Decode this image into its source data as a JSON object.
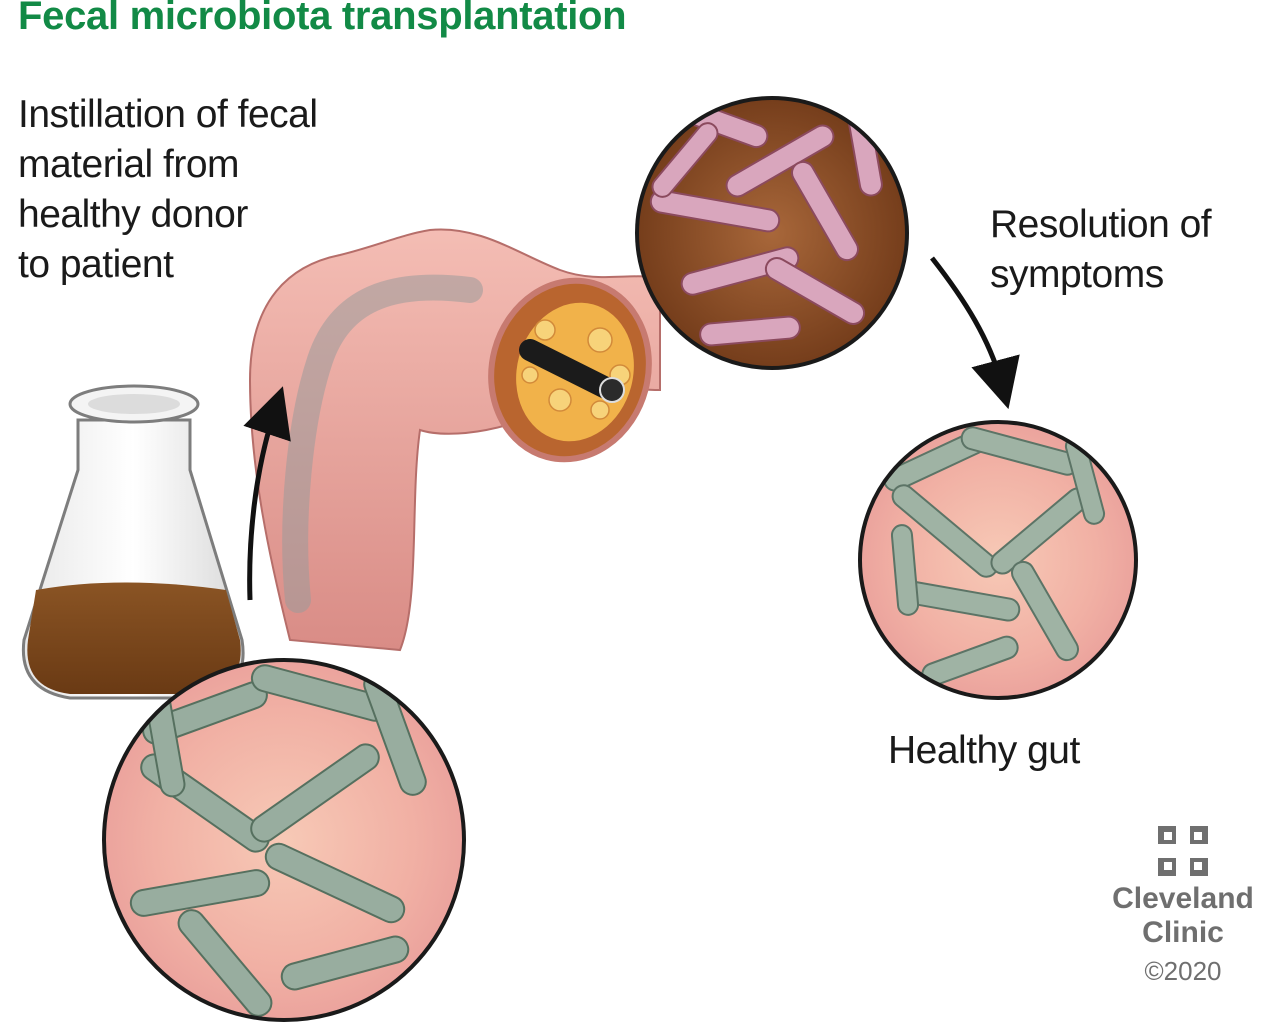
{
  "title": "Fecal microbiota transplantation",
  "labels": {
    "instillation": [
      "Instillation of fecal",
      "material from",
      "healthy donor",
      "to patient"
    ],
    "resolution": [
      "Resolution of",
      "symptoms"
    ],
    "healthy_gut": "Healthy gut"
  },
  "logo": {
    "lines": [
      "Cleveland",
      "Clinic"
    ],
    "copyright": "©2020"
  },
  "colors": {
    "title": "#128a46",
    "colon": "#e9a39b",
    "fecal_liquid": "#7a4a1e",
    "bacteria_healthy": "#8fa59a",
    "bacteria_diseased": "#d6a4b8",
    "logo": "#6f6f6f"
  }
}
